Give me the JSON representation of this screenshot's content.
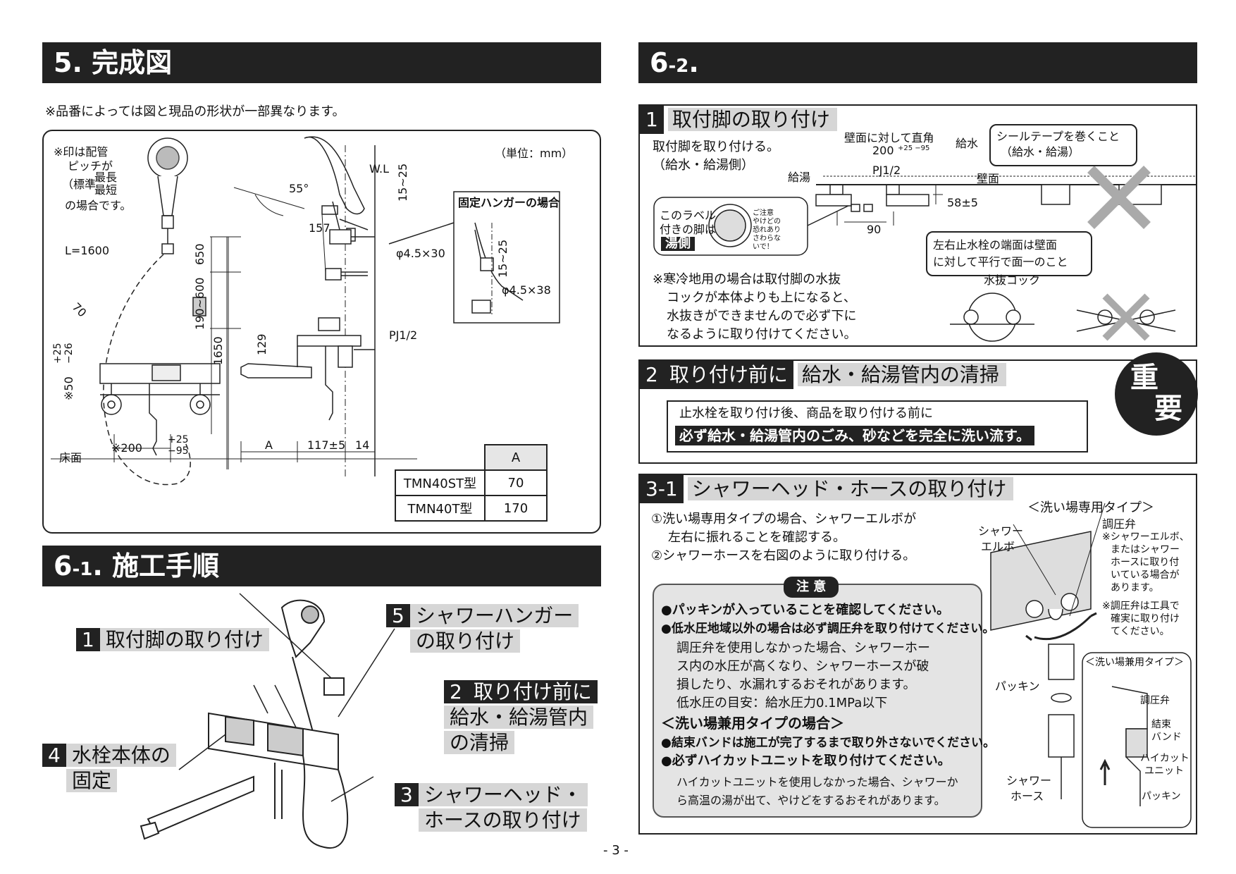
{
  "sec5": {
    "title": "5. 完成図",
    "note": "※品番によっては図と現品の形状が一部異なります。",
    "unit": "（単位：mm）",
    "pitch_note": [
      "※印は配管",
      "ピッチが",
      "（標準",
      "最長",
      "最短",
      "の場合です。"
    ],
    "dims": {
      "angle": "55°",
      "wl": "W.L",
      "d15_25": "15~25",
      "d157": "157",
      "phi1": "φ4.5×30",
      "l1600": "L=1600",
      "d650": "650",
      "d190_600": "190~600",
      "d1650": "1650",
      "d70": "70",
      "d129": "129",
      "pj": "PJ1/2",
      "d50": "※50",
      "d50_tol_up": "+25",
      "d50_tol_dn": "−26",
      "d200": "※200",
      "d200_tol_up": "+25",
      "d200_tol_dn": "−95",
      "A": "A",
      "d117": "117±5",
      "d14": "14",
      "floor": "床面"
    },
    "hanger": {
      "title": "固定ハンガーの場合",
      "d15_25": "15~25",
      "phi": "φ4.5×38"
    },
    "table": {
      "header": "A",
      "rows": [
        [
          "TMN40ST型",
          "70"
        ],
        [
          "TMN40T型",
          "170"
        ]
      ]
    }
  },
  "sec61": {
    "title_main": "6",
    "title_sub": "-1",
    "title_rest": ". 施工手順",
    "steps": [
      {
        "num": "1",
        "text": "取付脚の取り付け"
      },
      {
        "num": "5",
        "line1": "シャワーハンガー",
        "line2": "の取り付け"
      },
      {
        "num": "2",
        "line1": "取り付け前に",
        "line2": "給水・給湯管内",
        "line3": "の清掃"
      },
      {
        "num": "4",
        "line1": "水栓本体の",
        "line2": "固定"
      },
      {
        "num": "3",
        "line1": "シャワーヘッド・",
        "line2": "ホースの取り付け"
      }
    ]
  },
  "sec62": {
    "title_main": "6",
    "title_sub": "-2",
    "title_rest": ".",
    "s1": {
      "num": "1",
      "title": "取付脚の取り付け",
      "text": [
        "取付脚を取り付ける。",
        "（給水・給湯側）"
      ],
      "label_note": [
        "このラベル",
        "付きの脚は"
      ],
      "hot_side": "湯側",
      "sticker": [
        "ご注意",
        "やけどの",
        "恐れあり",
        "さわらな",
        "いで！"
      ],
      "dims": {
        "right_angle": "壁面に対して直角",
        "d200": "200",
        "d200_tol": "+25 −95",
        "supply": "給水",
        "hot": "給湯",
        "pj": "PJ1/2",
        "wall": "壁面",
        "d58": "58±5",
        "d90": "90"
      },
      "seal_tape": [
        "シールテープを巻くこと",
        "（給水・給湯）"
      ],
      "wall_note": [
        "左右止水栓の端面は壁面",
        "に対して平行で面一のこと"
      ],
      "cold_note": [
        "※寒冷地用の場合は取付脚の水抜",
        "コックが本体よりも上になると、",
        "水抜きができませんので必ず下に",
        "なるように取り付けてください。"
      ],
      "drain": "水抜コック"
    },
    "s2": {
      "num": "2",
      "title_a": "取り付け前に",
      "title_b": "給水・給湯管内の清掃",
      "line1": "止水栓を取り付け後、商品を取り付ける前に",
      "line2": "必ず給水・給湯管内のごみ、砂などを完全に洗い流す。",
      "important": [
        "重",
        "要"
      ]
    },
    "s31": {
      "num": "3-1",
      "title": "シャワーヘッド・ホースの取り付け",
      "steps": [
        "①洗い場専用タイプの場合、シャワーエルボが",
        "左右に振れることを確認する。",
        "②シャワーホースを右図のように取り付ける。"
      ],
      "caution_title": "注 意",
      "caution": [
        "●パッキンが入っていることを確認してください。",
        "●低水圧地域以外の場合は必ず調圧弁を取り付けてください。",
        "調圧弁を使用しなかった場合、シャワーホー",
        "ス内の水圧が高くなり、シャワーホースが破",
        "損したり、水漏れするおそれがあります。",
        "低水圧の目安：給水圧力0.1MPa以下",
        "＜洗い場兼用タイプの場合＞",
        "●結束バンドは施工が完了するまで取り外さないでください。",
        "●必ずハイカットユニットを取り付けてください。",
        "ハイカットユニットを使用しなかった場合、シャワーか",
        "ら高温の湯が出て、やけどをするおそれがあります。"
      ],
      "type_a": "＜洗い場専用タイプ＞",
      "elbow": [
        "シャワー",
        "エルボ"
      ],
      "valve": "調圧弁",
      "valve_note": [
        "※シャワーエルボ、",
        "またはシャワー",
        "ホースに取り付",
        "いている場合が",
        "あります。",
        "※調圧弁は工具で",
        "確実に取り付け",
        "てください。"
      ],
      "packing": "パッキン",
      "hose": [
        "シャワー",
        "ホース"
      ],
      "type_b": "＜洗い場兼用タイプ＞",
      "valve_b": "調圧弁",
      "band": [
        "結束",
        "バンド"
      ],
      "hicut": [
        "ハイカット",
        "ユニット"
      ],
      "packing_b": "パッキン"
    }
  },
  "page_number": "- 3 -"
}
